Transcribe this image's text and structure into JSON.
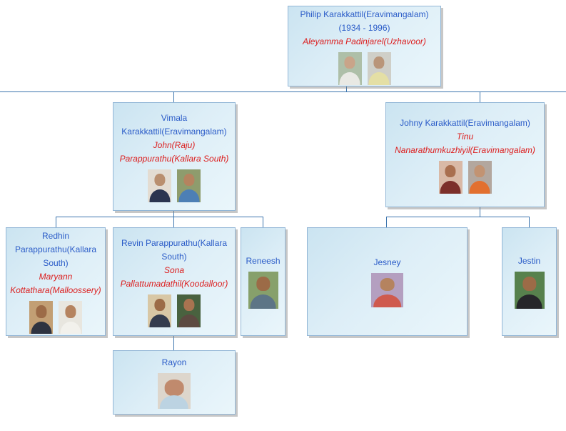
{
  "app": {
    "title": "Family tree chart"
  },
  "colors": {
    "name_text": "#2b5cc8",
    "spouse_text": "#dc1e1e",
    "connector_line": "#3d76ae",
    "box_border": "#92b6d6",
    "box_background_top": "#cbe4f1",
    "box_background_bottom": "#eaf6fb"
  },
  "boxes": {
    "philip": {
      "name": "Philip Karakkattil(Eravimangalam)",
      "years": "(1934 - 1996)",
      "spouse": "Aleyamma Padinjarel(Uzhavoor)"
    },
    "vimala": {
      "name": "Vimala Karakkattil(Eravimangalam)",
      "spouse": "John(Raju) Parappurathu(Kallara South)"
    },
    "johny": {
      "name": "Johny Karakkattil(Eravimangalam)",
      "spouse": "Tinu Nanarathumkuzhiyil(Eravimangalam)"
    },
    "redhin": {
      "name": "Redhin Parappurathu(Kallara South)",
      "spouse": "Maryann Kottathara(Malloossery)"
    },
    "revin": {
      "name": "Revin Parappurathu(Kallara South)",
      "spouse": "Sona Pallattumadathil(Koodalloor)"
    },
    "reneesh": {
      "name": "Reneesh"
    },
    "jesney": {
      "name": "Jesney"
    },
    "jestin": {
      "name": "Jestin"
    },
    "rayon": {
      "name": "Rayon"
    }
  },
  "photos": {
    "philip": {
      "bg": "#aebfa8",
      "skin": "#c9a489",
      "shirt": "#e9e9e4"
    },
    "aleyamma": {
      "bg": "#cfcfc8",
      "skin": "#b99579",
      "shirt": "#e4dfa5"
    },
    "vimala": {
      "bg": "#e3dcd2",
      "skin": "#b98f6f",
      "shirt": "#2b3550"
    },
    "john": {
      "bg": "#8e9c6d",
      "skin": "#b5835f",
      "shirt": "#4d7fb5"
    },
    "johny": {
      "bg": "#d9b9a6",
      "skin": "#a96f4f",
      "shirt": "#7c2f2a"
    },
    "tinu": {
      "bg": "#b3a79e",
      "skin": "#c29372",
      "shirt": "#e2702f"
    },
    "redhin": {
      "bg": "#c29f74",
      "skin": "#9c6b47",
      "shirt": "#2e3340"
    },
    "maryann": {
      "bg": "#e8e6df",
      "skin": "#b5835f",
      "shirt": "#f2f1ec"
    },
    "revin": {
      "bg": "#d8c7a5",
      "skin": "#9c6b47",
      "shirt": "#343c4e"
    },
    "sona": {
      "bg": "#49623f",
      "skin": "#a97350",
      "shirt": "#5d4a41"
    },
    "reneesh": {
      "bg": "#87a06b",
      "skin": "#9c6b47",
      "shirt": "#5d7586"
    },
    "jesney": {
      "bg": "#b49fc0",
      "skin": "#b5835f",
      "shirt": "#cf5a4e"
    },
    "jestin": {
      "bg": "#57814d",
      "skin": "#9c6b47",
      "shirt": "#26262a"
    },
    "rayon": {
      "bg": "#ddd6cc",
      "skin": "#c08a6d",
      "shirt": "#bcd3e2"
    }
  }
}
